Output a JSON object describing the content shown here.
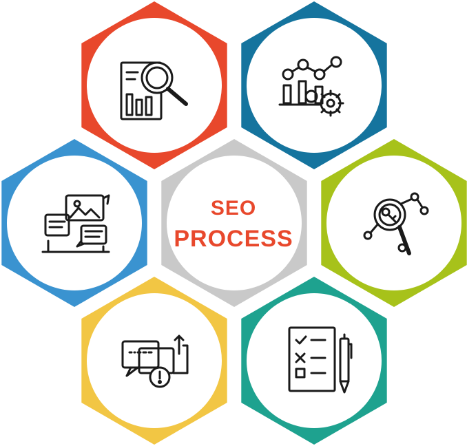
{
  "center": {
    "line1": "SEO",
    "line2": "PROCESS",
    "hex_color": "#c9c9c9",
    "text_color": "#e8482c"
  },
  "nodes": [
    {
      "id": "keyword-research",
      "icon": "report-magnifier-icon",
      "color": "#e8482c"
    },
    {
      "id": "optimization",
      "icon": "gears-chart-icon",
      "color": "#15749e"
    },
    {
      "id": "content",
      "icon": "chat-laptop-icon",
      "color": "#3a93d0"
    },
    {
      "id": "analysis",
      "icon": "key-search-network-icon",
      "color": "#a7c21a"
    },
    {
      "id": "engagement",
      "icon": "alert-messages-icon",
      "color": "#f2c644"
    },
    {
      "id": "reporting",
      "icon": "checklist-pen-icon",
      "color": "#1ea28f"
    }
  ]
}
